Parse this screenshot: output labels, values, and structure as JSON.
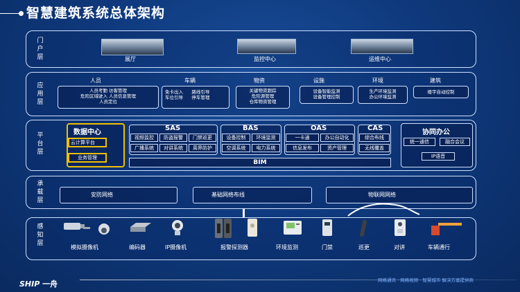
{
  "title": "智慧建筑系统总体架构",
  "layers": {
    "portal": {
      "label": "门户层",
      "items": [
        "展厅",
        "监控中心",
        "运维中心"
      ]
    },
    "app": {
      "label": "应用层",
      "groups": [
        {
          "title": "人员",
          "lines": [
            "人员考勤  访客管理",
            "危险区域驶入  人员信息管理",
            "人员定位"
          ]
        },
        {
          "title": "车辆",
          "lines": [
            "免卡出入      路线引导",
            "车位引导      停车管理"
          ]
        },
        {
          "title": "物资",
          "lines": [
            "关键物资跟踪",
            "危险源管理",
            "仓库物资管理"
          ]
        },
        {
          "title": "设施",
          "lines": [
            "设备智能监测",
            "设备管理控制"
          ]
        },
        {
          "title": "环境",
          "lines": [
            "生产环境监测",
            "办公环境监测"
          ]
        },
        {
          "title": "建筑",
          "lines": [
            "楼宇自动控制"
          ]
        }
      ]
    },
    "platform": {
      "label": "平台层",
      "data_center": {
        "title": "数据中心",
        "items": [
          "云计算平台",
          "业务管理"
        ]
      },
      "sas": {
        "title": "SAS",
        "cells": [
          "视频监控",
          "防盗报警",
          "门禁巡更",
          "广播系统",
          "对讲系统",
          "周界防护"
        ]
      },
      "bas": {
        "title": "BAS",
        "cells": [
          "设备控制",
          "环境监测",
          "空调系统",
          "电力系统"
        ]
      },
      "oas": {
        "title": "OAS",
        "cells": [
          "一卡通",
          "办公自动化",
          "信息发布",
          "资产管理"
        ]
      },
      "cas": {
        "title": "CAS",
        "cells": [
          "综合布线",
          "无线覆盖"
        ]
      },
      "bim": "BIM",
      "collab": {
        "title": "协同办公",
        "cells": [
          "统一通信",
          "融合会议",
          "IP语音"
        ]
      }
    },
    "carrier": {
      "label": "承载层",
      "items": [
        "安防网络",
        "基础网络布线",
        "物联网网络"
      ]
    },
    "sensing": {
      "label": "感知层",
      "devices": [
        {
          "name": "模拟摄像机",
          "icon": "camera-icon"
        },
        {
          "name": "编码器",
          "icon": "encoder-icon"
        },
        {
          "name": "IP摄像机",
          "icon": "ip-camera-icon"
        },
        {
          "name": "报警探测器",
          "icon": "alarm-detector-icon"
        },
        {
          "name": "环境监测",
          "icon": "env-monitor-icon"
        },
        {
          "name": "门禁",
          "icon": "access-control-icon"
        },
        {
          "name": "巡更",
          "icon": "patrol-icon"
        },
        {
          "name": "对讲",
          "icon": "intercom-icon"
        },
        {
          "name": "车辆通行",
          "icon": "barrier-gate-icon"
        }
      ]
    }
  },
  "footer": {
    "logo_brand": "SHIP",
    "logo_cn": "一舟",
    "slogan": "网络通讯 · 网络视频 · 智慧城市 解决方案提供商"
  }
}
